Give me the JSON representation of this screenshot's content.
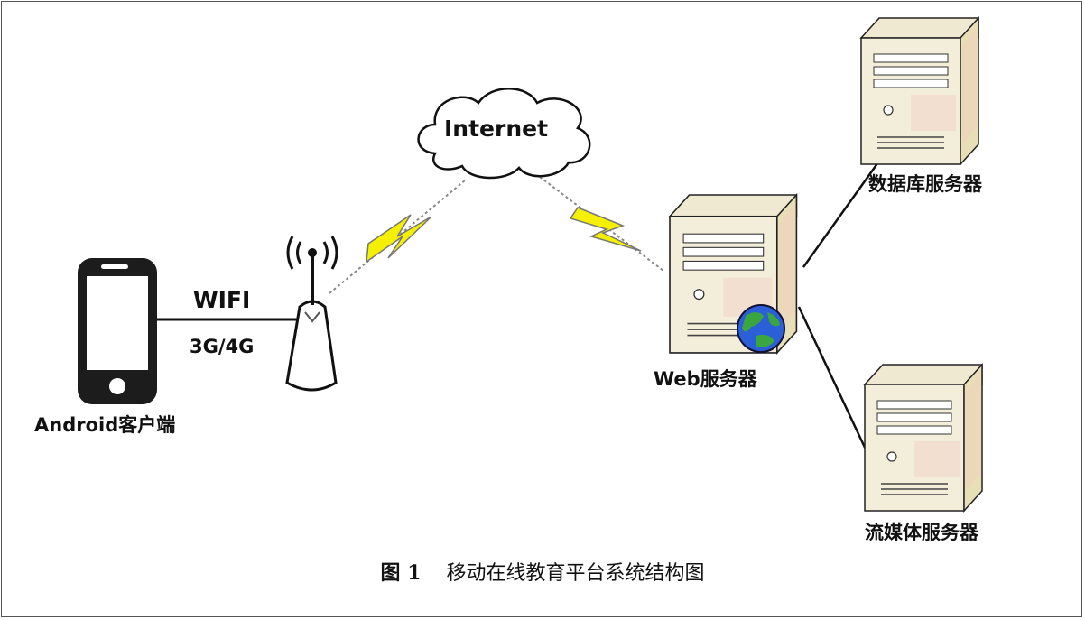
{
  "nodes": {
    "android_client": "Android客户端",
    "wifi": "WIFI",
    "cellular": "3G/4G",
    "internet": "Internet",
    "web_server": "Web服务器",
    "database_server": "数据库服务器",
    "streaming_server": "流媒体服务器"
  },
  "caption": {
    "figure_number": "图 1",
    "title": "移动在线教育平台系统结构图"
  },
  "colors": {
    "server_face": "#f1ecd6",
    "server_side": "#e8dfb8",
    "lightning": "#f5f000",
    "cloud_stroke": "#111111",
    "globe_ocean": "#2a5fd8",
    "globe_land": "#3aa640"
  },
  "icons": [
    "smartphone-icon",
    "router-icon",
    "cloud-icon",
    "server-icon",
    "globe-icon",
    "lightning-icon"
  ]
}
